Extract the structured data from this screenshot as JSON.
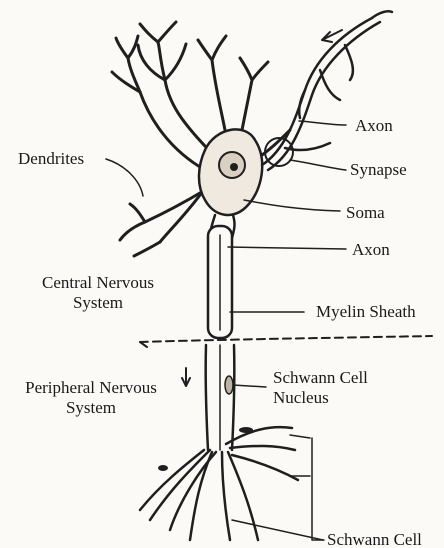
{
  "labels": {
    "axon_top": "Axon",
    "synapse": "Synapse",
    "soma": "Soma",
    "dendrites": "Dendrites",
    "axon_mid": "Axon",
    "cns_line1": "Central Nervous",
    "cns_line2": "System",
    "myelin": "Myelin Sheath",
    "pns_line1": "Peripheral Nervous",
    "pns_line2": "System",
    "schwann_nucleus_line1": "Schwann Cell",
    "schwann_nucleus_line2": "Nucleus",
    "schwann_cell": "Schwann Cell"
  }
}
